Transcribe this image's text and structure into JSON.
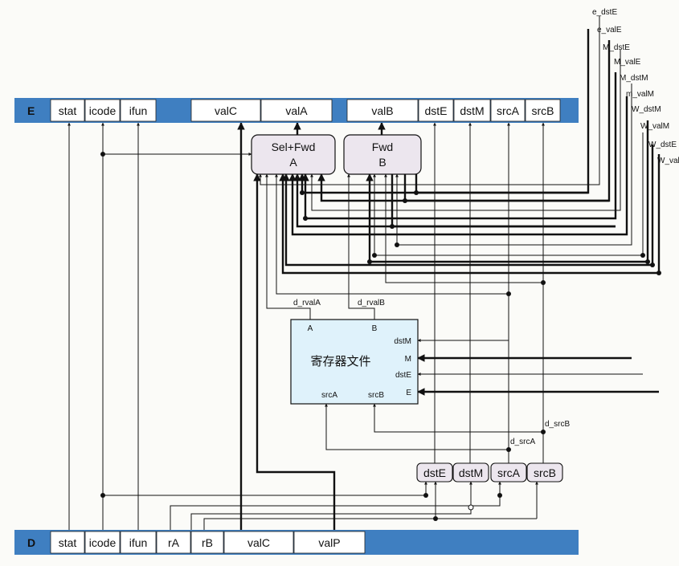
{
  "colors": {
    "pipe_blue": "#3f7fc1",
    "cell_bg": "#ffffff",
    "box_fill": "#ece6ee",
    "regfile_fill": "#dff2fb",
    "line": "#111111"
  },
  "e_register": {
    "tag": "E",
    "fields": [
      "stat",
      "icode",
      "ifun",
      "valC",
      "valA",
      "valB",
      "dstE",
      "dstM",
      "srcA",
      "srcB"
    ]
  },
  "d_register": {
    "tag": "D",
    "fields": [
      "stat",
      "icode",
      "ifun",
      "rA",
      "rB",
      "valC",
      "valP"
    ]
  },
  "forward_units": [
    {
      "line1": "Sel+Fwd",
      "line2": "A"
    },
    {
      "line1": "Fwd",
      "line2": "B"
    }
  ],
  "forward_signals": [
    "e_dstE",
    "e_valE",
    "M_dstE",
    "M_valE",
    "M_dstM",
    "m_valM",
    "W_dstM",
    "W_valM",
    "W_dstE",
    "W_valE"
  ],
  "register_file": {
    "title": "寄存器文件",
    "port_A": "A",
    "port_B": "B",
    "port_dstM": "dstM",
    "port_M": "M",
    "port_dstE": "dstE",
    "port_E": "E",
    "port_srcA": "srcA",
    "port_srcB": "srcB"
  },
  "signals": {
    "d_rvalA": "d_rvalA",
    "d_rvalB": "d_rvalB",
    "d_srcA": "d_srcA",
    "d_srcB": "d_srcB"
  },
  "decode_boxes": [
    "dstE",
    "dstM",
    "srcA",
    "srcB"
  ]
}
